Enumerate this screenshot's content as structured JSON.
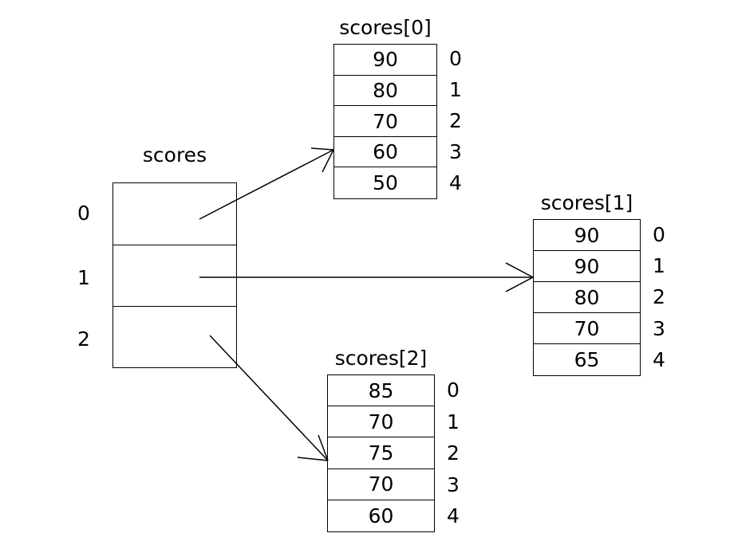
{
  "diagram": {
    "title_text": "scores",
    "background_color": "#ffffff",
    "stroke_color": "#000000"
  },
  "root_array": {
    "label": "scores",
    "indices": [
      "0",
      "1",
      "2"
    ],
    "cells": [
      "",
      "",
      ""
    ]
  },
  "sub_arrays": [
    {
      "label": "scores[0]",
      "indices": [
        "0",
        "1",
        "2",
        "3",
        "4"
      ],
      "values": [
        "90",
        "80",
        "70",
        "60",
        "50"
      ]
    },
    {
      "label": "scores[1]",
      "indices": [
        "0",
        "1",
        "2",
        "3",
        "4"
      ],
      "values": [
        "90",
        "90",
        "80",
        "70",
        "65"
      ]
    },
    {
      "label": "scores[2]",
      "indices": [
        "0",
        "1",
        "2",
        "3",
        "4"
      ],
      "values": [
        "85",
        "70",
        "75",
        "70",
        "60"
      ]
    }
  ],
  "pointers": [
    {
      "from_index": "0",
      "to": "scores[0]"
    },
    {
      "from_index": "1",
      "to": "scores[1]"
    },
    {
      "from_index": "2",
      "to": "scores[2]"
    }
  ]
}
